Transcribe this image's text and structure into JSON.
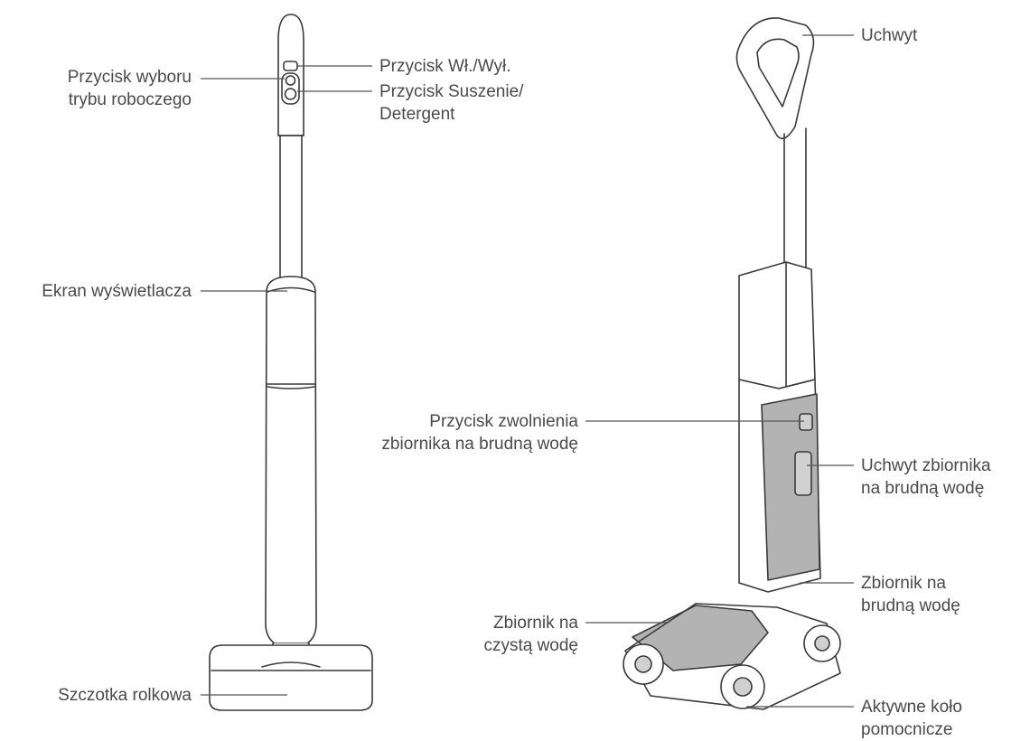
{
  "colors": {
    "outline": "#3a3a3a",
    "leader": "#555555",
    "text": "#4a4a4a",
    "tank_fill": "#b3b3b3",
    "body_fill": "#ffffff"
  },
  "left_labels": {
    "mode_button": [
      "Przycisk wyboru",
      "trybu roboczego"
    ],
    "power_button": "Przycisk Wł./Wył.",
    "dry_detergent_button": [
      "Przycisk Suszenie/",
      "Detergent"
    ],
    "display": "Ekran wyświetlacza",
    "roller_brush": "Szczotka rolkowa"
  },
  "right_labels": {
    "handle": "Uchwyt",
    "release_button": [
      "Przycisk zwolnienia",
      "zbiornika na brudną wodę"
    ],
    "dirty_tank_handle": [
      "Uchwyt zbiornika",
      "na brudną wodę"
    ],
    "dirty_tank": [
      "Zbiornik na",
      "brudną wodę"
    ],
    "clean_tank": [
      "Zbiornik na",
      "czystą wodę"
    ],
    "active_wheel": [
      "Aktywne koło",
      "pomocnicze"
    ]
  }
}
